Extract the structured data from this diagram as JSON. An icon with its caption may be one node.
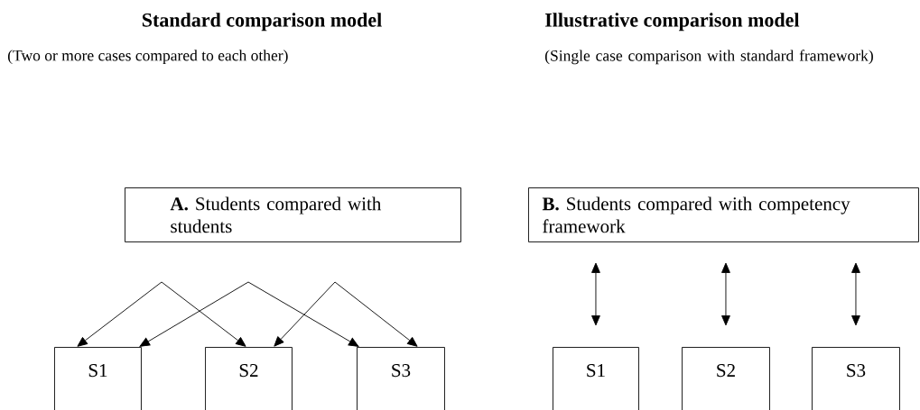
{
  "diagram": {
    "nodes": [
      {
        "text": [
          "**A.** Students compared with students"
        ]
      },
      {
        "text": [
          "S1"
        ]
      },
      {
        "text": [
          "S2"
        ]
      },
      {
        "text": [
          "S3"
        ]
      },
      {
        "text": [
          "**B.** Students compared with competency framework"
        ]
      },
      {
        "text": [
          "S1"
        ]
      },
      {
        "text": [
          "S2"
        ]
      },
      {
        "text": [
          "S3"
        ]
      }
    ],
    "edges": [
      {
        "from": 1,
        "to": 2,
        "arrow": "both"
      },
      {
        "from": 1,
        "to": 3,
        "arrow": "both"
      },
      {
        "from": 2,
        "to": 3,
        "arrow": "both"
      },
      {
        "from": 4,
        "to": 5,
        "arrow": "both"
      },
      {
        "from": 4,
        "to": 6,
        "arrow": "both"
      },
      {
        "from": 4,
        "to": 7,
        "arrow": "both"
      }
    ],
    "labels": [
      "Standard comparison model",
      "(Two or more cases compared to each other)",
      "Illustrative comparison model",
      "(Single case comparison with standard framework)"
    ]
  }
}
